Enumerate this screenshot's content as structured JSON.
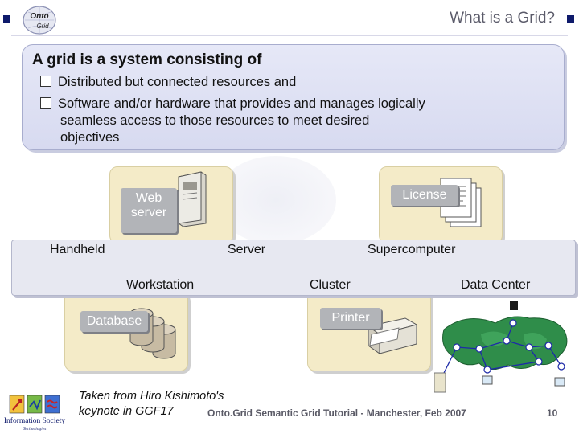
{
  "header": {
    "title": "What is a Grid?",
    "logo_text": [
      "Onto",
      "Grid"
    ]
  },
  "definition": {
    "heading": "A grid is a system consisting of",
    "bullets": [
      "Distributed but connected resources and",
      "Software and/or hardware that provides and manages logically seamless access to those resources to meet desired objectives"
    ],
    "bullet2_lines": [
      "Software and/or hardware that provides and manages logically",
      "seamless access to those resources to meet desired",
      "objectives"
    ]
  },
  "diagram": {
    "tile_labels": {
      "web_server": [
        "Web",
        "server"
      ],
      "license": "License",
      "database": "Database",
      "printer": "Printer"
    },
    "band_top": [
      "Handheld",
      "Server",
      "Supercomputer"
    ],
    "band_bottom": [
      "Workstation",
      "Cluster",
      "Data Center"
    ]
  },
  "footer": {
    "credit_lines": [
      "Taken from Hiro Kishimoto's",
      "keynote in GGF17"
    ],
    "tutorial": "Onto.Grid Semantic Grid Tutorial - Manchester, Feb 2007",
    "page_number": "10",
    "ist_logo_lines": [
      "Information Society",
      "Technologies"
    ]
  },
  "colors": {
    "accent_navy": "#0e1a6b",
    "box_fill": "#dfe1f3",
    "tile_fill": "#f4ebc8",
    "label_gray": "#b2b4b8"
  }
}
